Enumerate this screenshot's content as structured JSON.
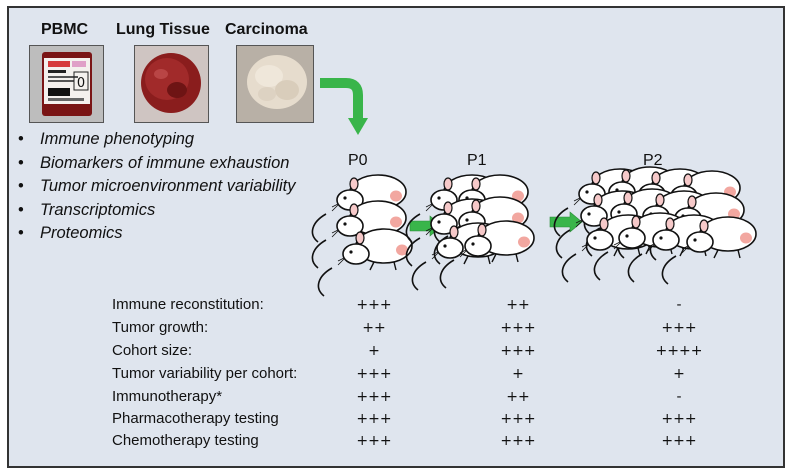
{
  "sources": [
    {
      "label": "PBMC"
    },
    {
      "label": "Lung Tissue"
    },
    {
      "label": "Carcinoma"
    }
  ],
  "bag_text": "0",
  "analyses": [
    "Immune phenotyping",
    "Biomarkers of immune exhaustion",
    "Tumor microenvironment variability",
    "Transcriptomics",
    "Proteomics"
  ],
  "passages": [
    "P0",
    "P1",
    "P2"
  ],
  "colors": {
    "arrow": "#39b54a",
    "frame_bg": "#dfe5ee",
    "tumor": "#f2a7a0"
  },
  "table": {
    "rows": [
      {
        "label": "Immune reconstitution:",
        "values": [
          "+++",
          "++",
          "-"
        ]
      },
      {
        "label": "Tumor growth:",
        "values": [
          "++",
          "+++",
          "+++"
        ]
      },
      {
        "label": "Cohort size:",
        "values": [
          "+",
          "+++",
          "++++"
        ]
      },
      {
        "label": "Tumor variability per cohort:",
        "values": [
          "+++",
          "+",
          "+"
        ]
      },
      {
        "label": "Immunotherapy*",
        "values": [
          "+++",
          "++",
          "-"
        ]
      },
      {
        "label": "Pharmacotherapy testing",
        "values": [
          "+++",
          "+++",
          "+++"
        ]
      },
      {
        "label": "Chemotherapy testing",
        "values": [
          "+++",
          "+++",
          "+++"
        ]
      }
    ]
  }
}
